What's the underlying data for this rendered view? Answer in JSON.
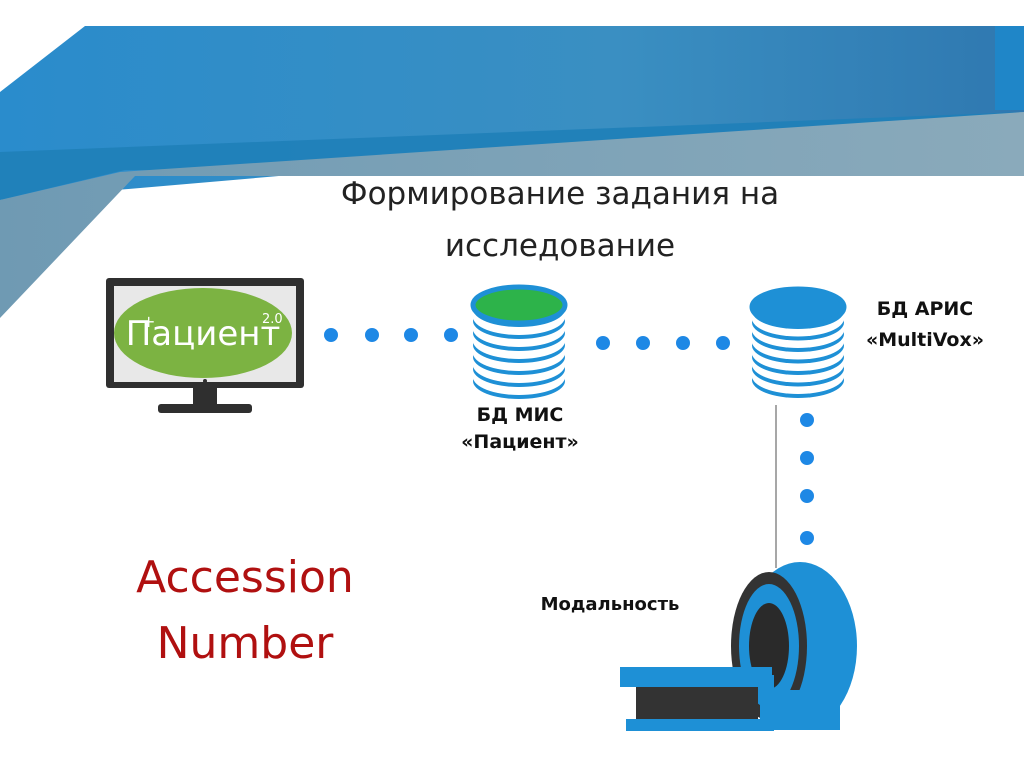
{
  "title": {
    "line1": "Формирование задания на",
    "line2": "исследование"
  },
  "monitor": {
    "logo_text": "Пациент",
    "logo_version": "2.0",
    "logo_plus": "+",
    "logo_color": "#7cb342"
  },
  "db_mis": {
    "label_line1": "БД МИС",
    "label_line2": "«Пациент»",
    "top_color": "#2db34a"
  },
  "db_aris": {
    "label_line1": "БД АРИС",
    "label_line2": "«MultiVox»",
    "top_color": "#1e90d6"
  },
  "modality": {
    "label": "Модальность"
  },
  "accession": {
    "line1": "Accession",
    "line2": "Number",
    "color": "#b01010"
  },
  "colors": {
    "accent_blue": "#1e90d6",
    "dot_blue": "#1e88e5",
    "banner_dark": "#1f7fb8",
    "banner_light": "#7fa7bd"
  }
}
